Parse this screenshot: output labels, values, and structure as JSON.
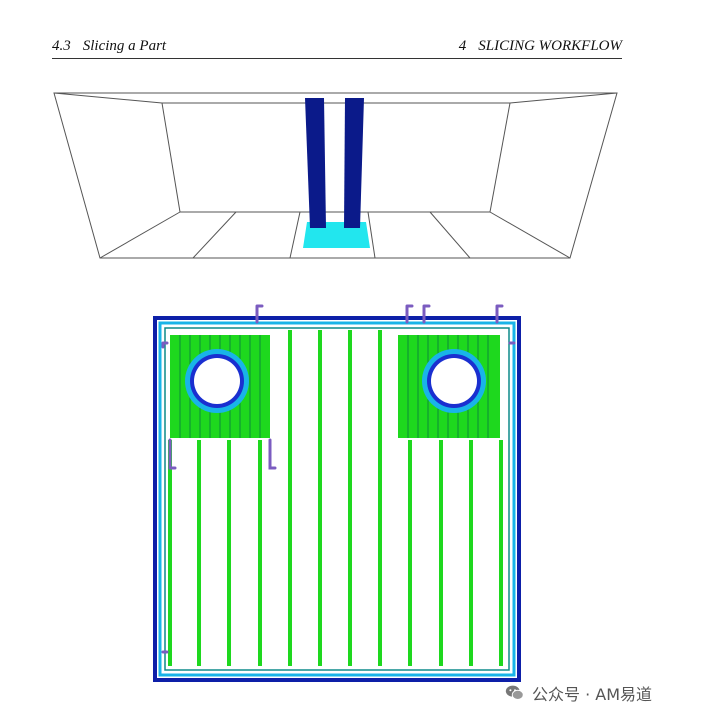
{
  "header": {
    "section_number": "4.3",
    "section_title": "Slicing a Part",
    "chapter_number": "4",
    "chapter_title": "SLICING WORKFLOW"
  },
  "figure_3d": {
    "colors": {
      "pillars": "#0b1a8a",
      "base_plate": "#22e6ee",
      "lines": "#555555"
    }
  },
  "figure_slice": {
    "colors": {
      "outer_wall": "#0d1fa8",
      "inner_wall": "#19b4e8",
      "infill": "#1ed81e",
      "support": "#7b5cc0",
      "hole_ring": "#1a2fd0"
    },
    "holes": 2
  },
  "watermark": {
    "text": "公众号 · AM易道",
    "icon": "wechat-icon"
  }
}
